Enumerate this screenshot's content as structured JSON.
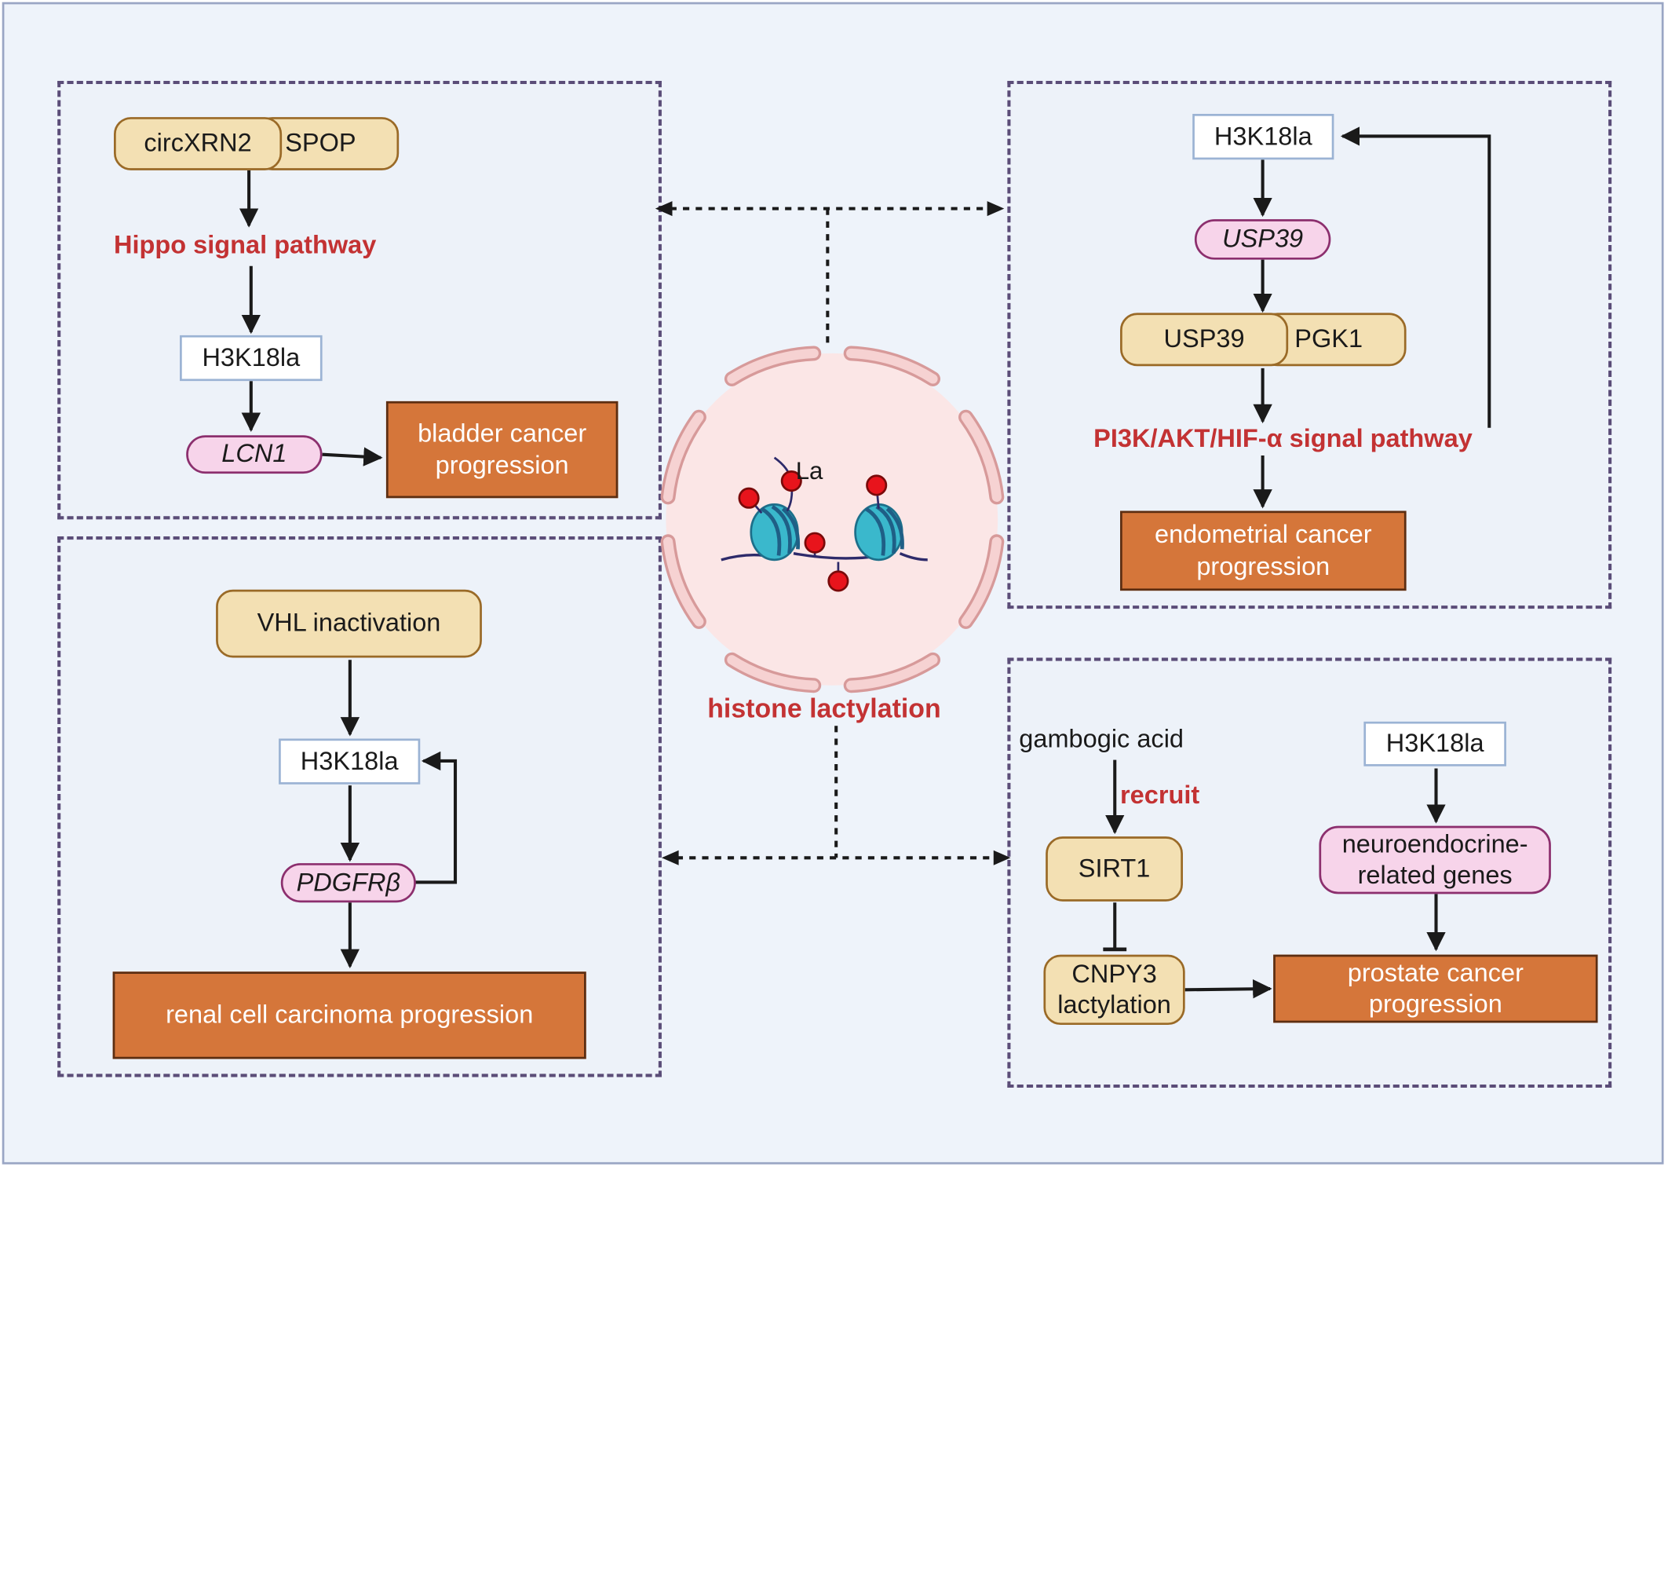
{
  "center": {
    "title": "histone lactylation",
    "la_label": "La"
  },
  "bladder": {
    "circ": "circXRN2",
    "spop": "SPOP",
    "pathway": "Hippo signal pathway",
    "mark": "H3K18la",
    "gene": "LCN1",
    "outcome": "bladder cancer progression"
  },
  "endometrial": {
    "mark": "H3K18la",
    "gene": "USP39",
    "complex_a": "USP39",
    "complex_b": "PGK1",
    "pathway": "PI3K/AKT/HIF-α signal pathway",
    "outcome": "endometrial cancer progression"
  },
  "renal": {
    "vhl": "VHL inactivation",
    "mark": "H3K18la",
    "gene": "PDGFRβ",
    "outcome": "renal cell carcinoma progression"
  },
  "prostate": {
    "drug": "gambogic acid",
    "recruit": "recruit",
    "sirt": "SIRT1",
    "cnpy": "CNPY3 lactylation",
    "mark": "H3K18la",
    "genes": "neuroendocrine-related genes",
    "outcome": "prostate cancer progression"
  },
  "colors": {
    "panel_border": "#5b4d78",
    "red_text": "#c33233",
    "orange_box": "#d5763a",
    "tan_box": "#f3e0b3",
    "pink_box": "#f7d4ea",
    "nucleus": "#fbe6e6",
    "nucleosome": "#3ab8cc",
    "lactyl_mark": "#e8141c"
  }
}
